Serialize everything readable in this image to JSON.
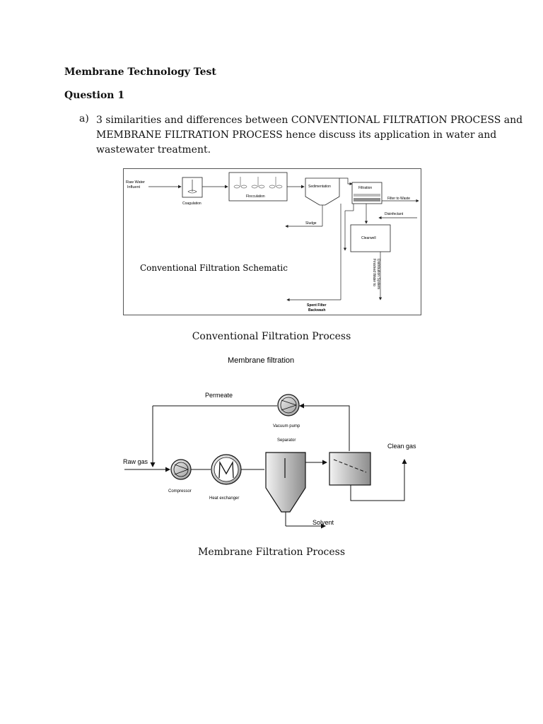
{
  "document": {
    "title": "Membrane Technology Test",
    "question_heading": "Question 1",
    "question_marker": "a)",
    "question_lines": [
      "3 similarities and differences between CONVENTIONAL FILTRATION PROCESS and",
      "MEMBRANE FILTRATION PROCESS hence discuss its application in water and",
      "wastewater treatment."
    ]
  },
  "figure1": {
    "caption": "Conventional Filtration Process",
    "schematic_title": "Conventional Filtration Schematic",
    "labels": {
      "raw_water_line1": "Raw Water",
      "raw_water_line2": "Influent",
      "coagulation": "Coagulation",
      "flocculation": "Flocculation",
      "sedimentation": "Sedimentation",
      "filtration": "Filtration",
      "filter_to_waste": "Filter to Waste",
      "disinfectant": "Disinfectant",
      "sludge": "Sludge",
      "clearwell": "Clearwell",
      "finished_water_line1": "Finished Water to",
      "finished_water_line2": "Distribution System",
      "spent_filter_line1": "Spent Filter",
      "spent_filter_line2": "Backwash"
    }
  },
  "figure2": {
    "caption": "Membrane Filtration Process",
    "title": "Membrane filtration",
    "labels": {
      "permeate": "Permeate",
      "vacuum_pump": "Vacuum pump",
      "separator": "Separator",
      "raw_gas": "Raw gas",
      "clean_gas": "Clean gas",
      "compressor": "Compressor",
      "heat_exchanger": "Heat exchanger",
      "solvent": "Solvent"
    }
  }
}
